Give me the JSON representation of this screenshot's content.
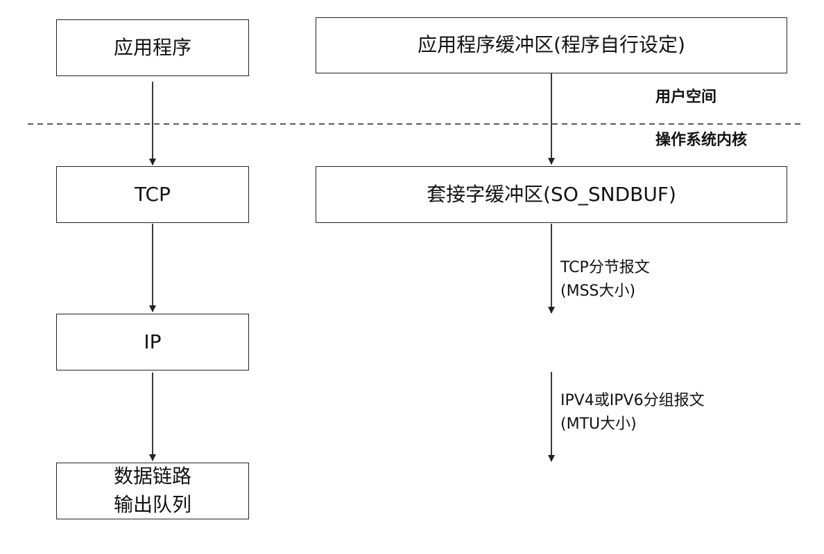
{
  "nodes": {
    "app": "应用程序",
    "tcp": "TCP",
    "ip": "IP",
    "datalink": "数据链路\n输出队列",
    "app_buffer": "应用程序缓冲区(程序自行设定)",
    "socket_buffer": "套接字缓冲区(SO_SNDBUF)"
  },
  "zones": {
    "user_space": "用户空间",
    "kernel": "操作系统内核"
  },
  "edge_labels": {
    "tcp_segments": "TCP分节报文\n(MSS大小)",
    "ip_packets": "IPV4或IPV6分组报文\n(MTU大小)"
  }
}
